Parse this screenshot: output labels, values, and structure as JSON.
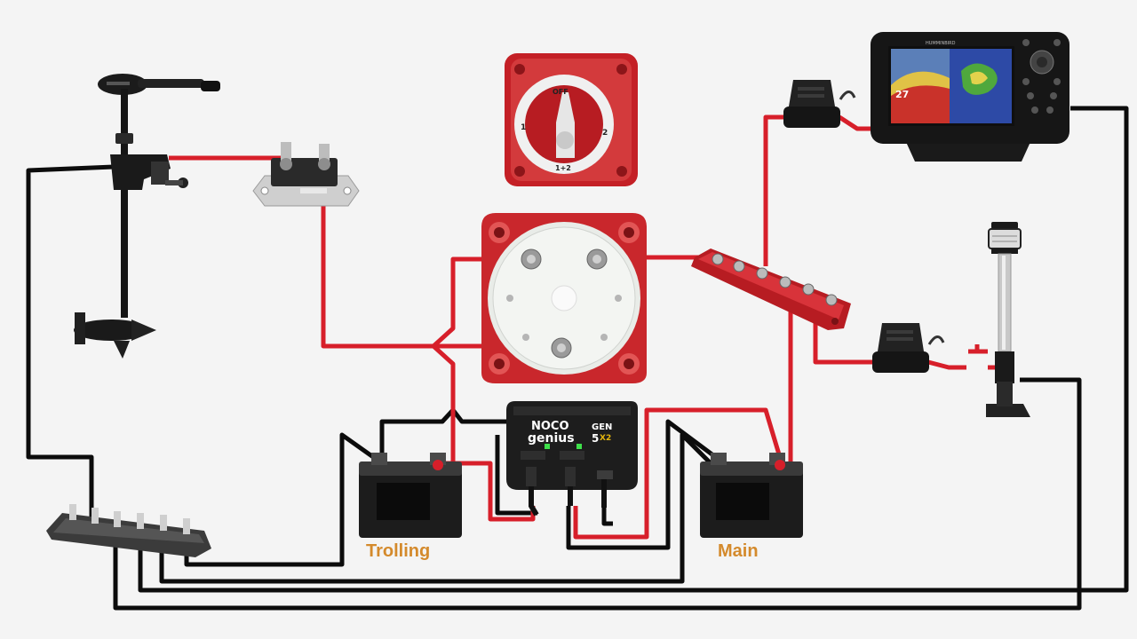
{
  "labels": {
    "trolling": "Trolling",
    "main": "Main"
  },
  "charger": {
    "brand_top": "NOCO",
    "brand_bottom": "genius",
    "model": "GEN",
    "model_num": "5",
    "model_suffix": "X2"
  },
  "selector_switch": {
    "off": "OFF",
    "pos1": "1",
    "pos2": "2",
    "both": "1+2"
  },
  "fishfinder": {
    "brand": "HUMMINBIRD",
    "depth": "27"
  },
  "colors": {
    "positive_wire": "#d71f2a",
    "negative_wire": "#0c0c0c",
    "battery_label": "#d48a2c",
    "background": "#f4f4f4"
  },
  "icons": [
    "trolling-motor-icon",
    "circuit-breaker-icon",
    "battery-selector-switch-icon",
    "battery-switch-icon",
    "positive-busbar-icon",
    "negative-busbar-icon",
    "inline-fuse-icon",
    "fishfinder-icon",
    "navigation-light-icon",
    "battery-icon",
    "battery-charger-icon"
  ]
}
